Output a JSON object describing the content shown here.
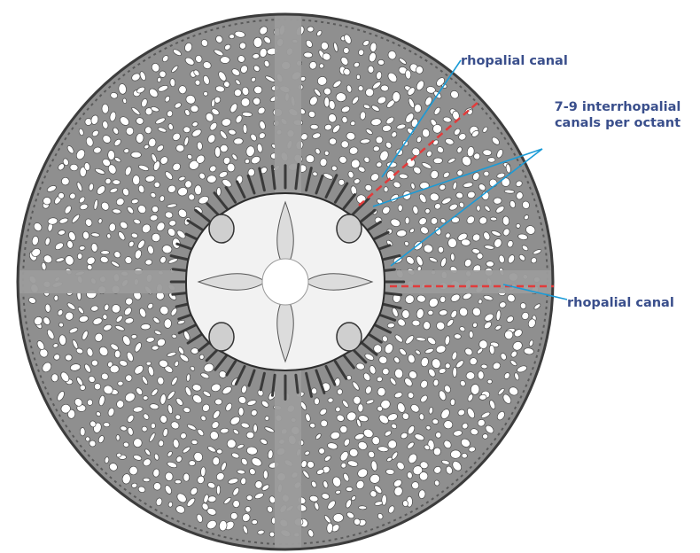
{
  "labels": {
    "rhopalial_top": "rhopalial canal",
    "interrhopalial_line1": "7-9 interrhopalial",
    "interrhopalial_line2": "canals per octant",
    "rhopalial_right": "rhopalial canal"
  },
  "colors": {
    "label_text": "#3a4f8c",
    "pointer_line": "#1a9bd7",
    "dashed_canal": "#e23b3b",
    "disc_fill": "#8f8f8f",
    "canal_cross": "#9c9c9c",
    "hole_fill": "#ffffff",
    "ink": "#3c3c3c"
  }
}
